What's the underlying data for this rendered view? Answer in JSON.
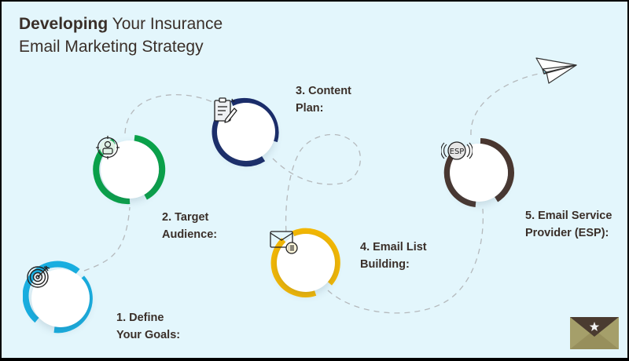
{
  "title": {
    "bold": "Developing",
    "line1_rest": " Your Insurance",
    "line2": "Email Marketing Strategy"
  },
  "colors": {
    "background": "#e3f6fc",
    "text": "#3a2f29",
    "step1": "#19aee0",
    "step2": "#0aa24a",
    "step3": "#1b2d6b",
    "step4": "#f2b705",
    "step5": "#4a3730",
    "path": "#b5b9bc"
  },
  "steps": [
    {
      "number": "1.",
      "line1": "1. Define",
      "line2": "Your Goals:",
      "icon": "target-icon"
    },
    {
      "number": "2.",
      "line1": "2. Target",
      "line2": "Audience:",
      "icon": "target-user-icon"
    },
    {
      "number": "3.",
      "line1": "3. Content",
      "line2": "Plan:",
      "icon": "clipboard-pen-icon"
    },
    {
      "number": "4.",
      "line1": "4. Email List",
      "line2": "Building:",
      "icon": "envelope-list-icon"
    },
    {
      "number": "5.",
      "line1": "5. Email Service",
      "line2": "Provider (ESP):",
      "icon": "esp-icon"
    }
  ],
  "esp_icon_text": "ESP",
  "decor": {
    "paper_plane": "paper-plane-icon",
    "logo": "envelope-star-logo"
  }
}
